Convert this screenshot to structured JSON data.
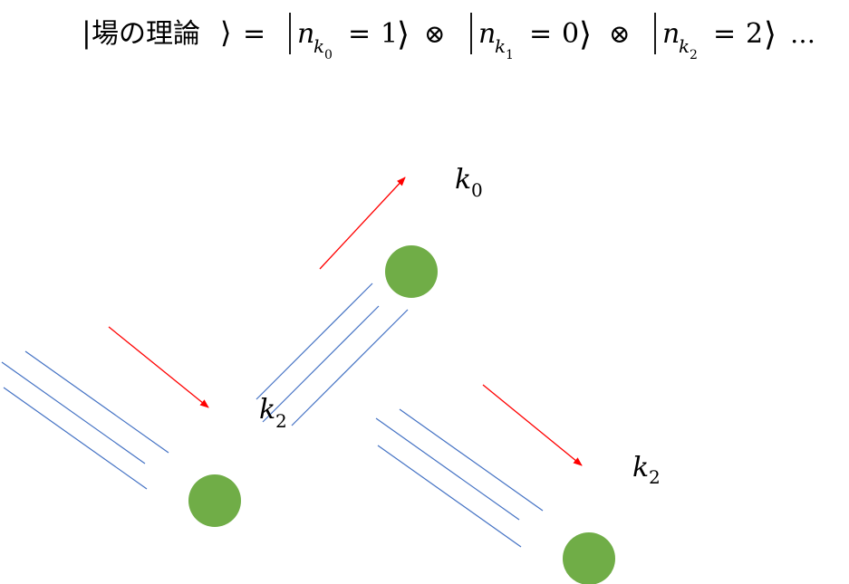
{
  "equation": {
    "ket_open": "|",
    "field_theory_label": "場の理論",
    "angle_close": "⟩",
    "equals": "=",
    "tensor": "⊗",
    "ellipsis": "…",
    "terms": [
      {
        "n_symbol": "n",
        "k_symbol": "k",
        "index": "0",
        "equals": "=",
        "value": "1"
      },
      {
        "n_symbol": "n",
        "k_symbol": "k",
        "index": "1",
        "equals": "=",
        "value": "0"
      },
      {
        "n_symbol": "n",
        "k_symbol": "k",
        "index": "2",
        "equals": "=",
        "value": "2"
      }
    ]
  },
  "particle_labels": [
    {
      "symbol": "k",
      "subscript": "0"
    },
    {
      "symbol": "k",
      "subscript": "2"
    },
    {
      "symbol": "k",
      "subscript": "2"
    }
  ],
  "colors": {
    "particle": "#70AD47",
    "arrow": "#FF0000",
    "trail": "#4472C4",
    "text": "#000000"
  }
}
